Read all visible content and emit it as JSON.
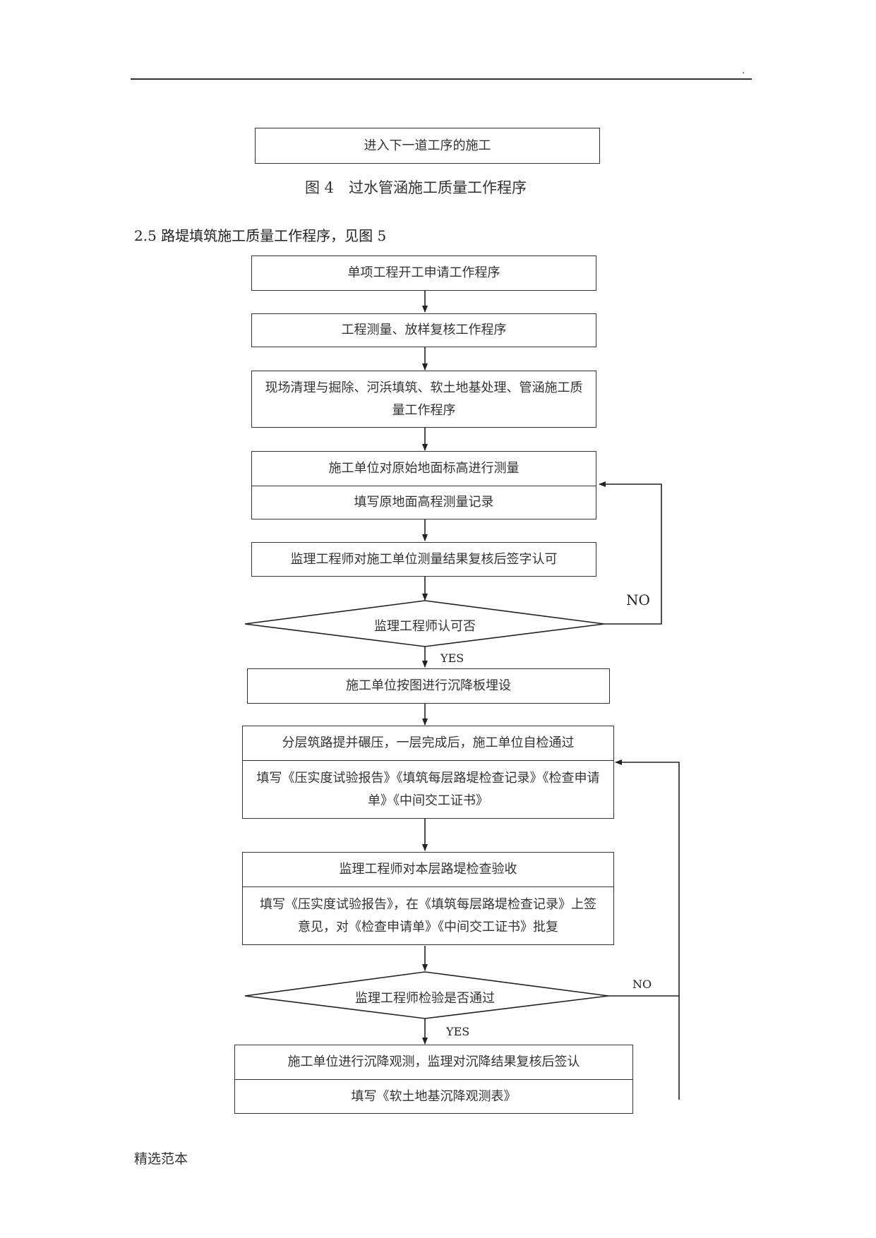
{
  "header": {
    "marker": "."
  },
  "fig4": {
    "last_step": "进入下一道工序的施工",
    "caption": "图 4　过水管涵施工质量工作程序"
  },
  "section": {
    "heading": "2.5 路堤填筑施工质量工作程序，见图 5"
  },
  "flow": {
    "step1": "单项工程开工申请工作程序",
    "step2": "工程测量、放样复核工作程序",
    "step3": "现场清理与掘除、河浜填筑、软土地基处理、管涵施工质量工作程序",
    "step4_top": "施工单位对原始地面标高进行测量",
    "step4_bottom": "填写原地面高程测量记录",
    "step5": "监理工程师对施工单位测量结果复核后签字认可",
    "decision1": "监理工程师认可否",
    "no1": "NO",
    "yes1": "YES",
    "step6": "施工单位按图进行沉降板埋设",
    "step7_top": "分层筑路提并碾压，一层完成后，施工单位自检通过",
    "step7_bottom": "填写《压实度试验报告》《填筑每层路堤检查记录》《检查申请单》《中间交工证书》",
    "step8_top": "监理工程师对本层路堤检查验收",
    "step8_bottom": "填写《压实度试验报告》，在《填筑每层路堤检查记录》上签意见，对《检查申请单》《中间交工证书》批复",
    "decision2": "监理工程师检验是否通过",
    "no2": "NO",
    "yes2": "YES",
    "step9_top": "施工单位进行沉降观测，监理对沉降结果复核后签认",
    "step9_bottom": "填写《软土地基沉降观测表》"
  },
  "footer": {
    "text": "精选范本"
  }
}
